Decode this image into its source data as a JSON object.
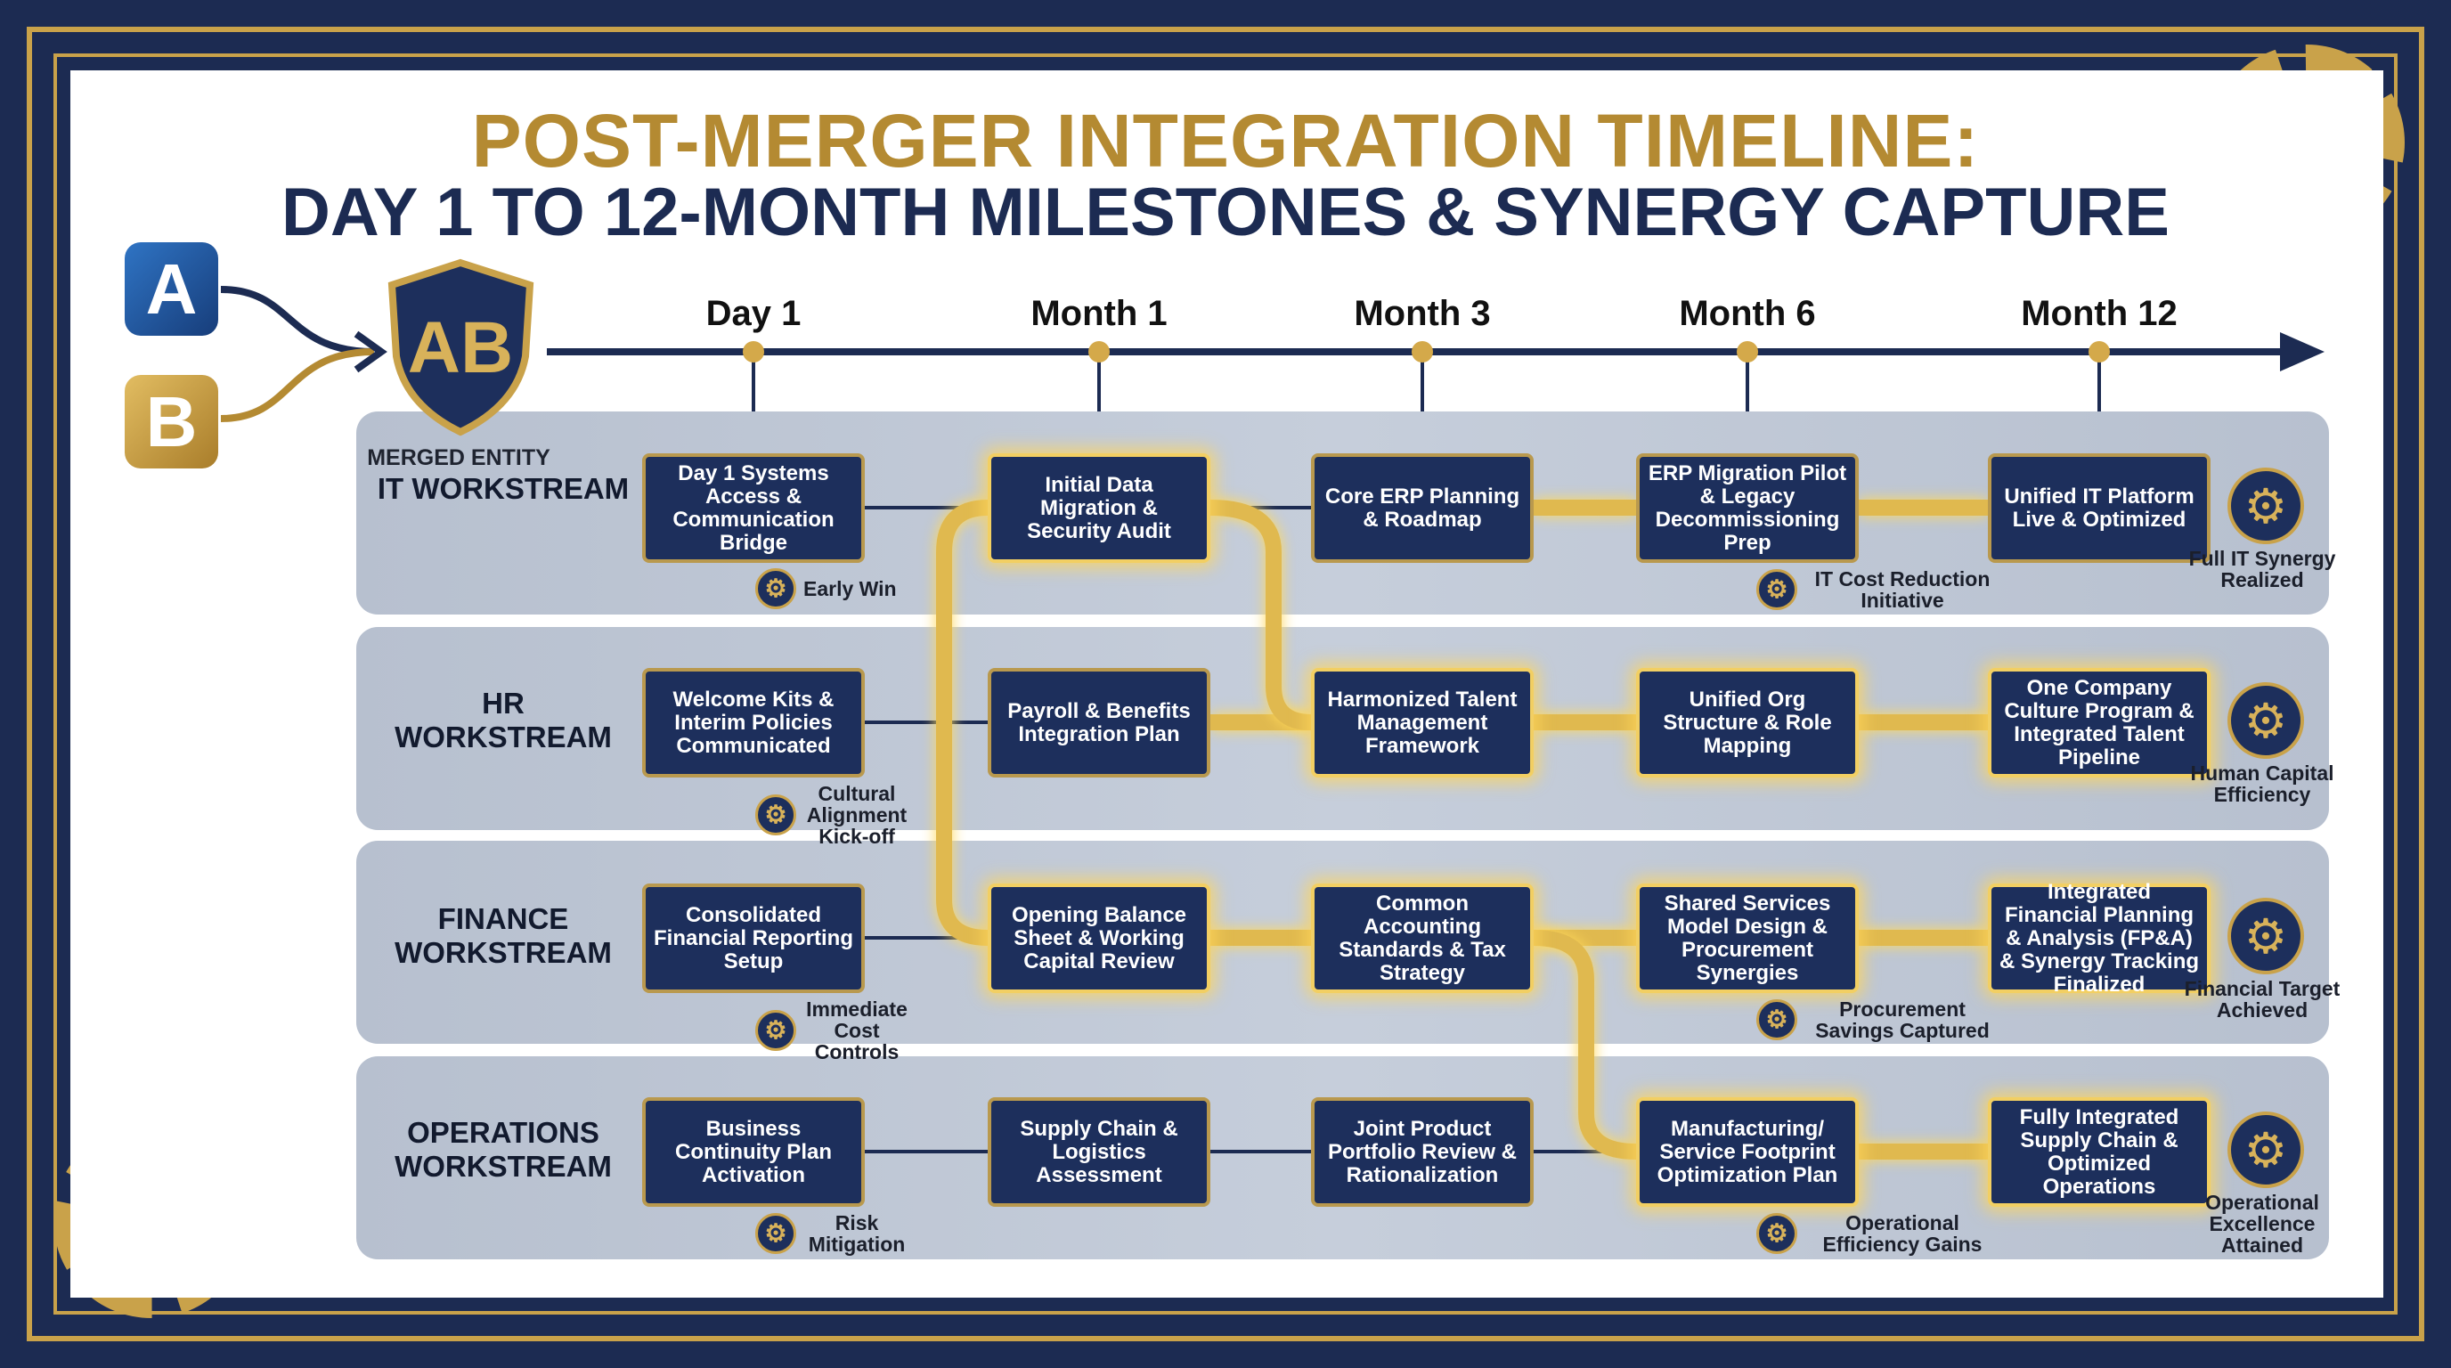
{
  "title": {
    "line1": "POST-MERGER INTEGRATION TIMELINE:",
    "line2": "DAY 1 TO 12-MONTH MILESTONES & SYNERGY CAPTURE"
  },
  "logos": {
    "a": "A",
    "b": "B",
    "merged": "AB",
    "merged_label": "MERGED ENTITY"
  },
  "colors": {
    "navy": "#1c2b52",
    "gold": "#c9a24a",
    "lane": "#bfc7d4",
    "glow": "#f2cf63"
  },
  "milestones": [
    "Day 1",
    "Month 1",
    "Month 3",
    "Month 6",
    "Month 12"
  ],
  "workstreams": [
    {
      "label": "IT WORKSTREAM",
      "cells": [
        "Day 1 Systems Access & Communication Bridge",
        "Initial Data Migration & Security Audit",
        "Core ERP Planning & Roadmap",
        "ERP Migration Pilot & Legacy Decommissioning Prep",
        "Unified IT Platform Live & Optimized"
      ],
      "ann_day1": "Early Win",
      "ann_month6": "IT Cost Reduction Initiative",
      "outcome": "Full IT Synergy Realized"
    },
    {
      "label": "HR WORKSTREAM",
      "cells": [
        "Welcome Kits & Interim Policies Communicated",
        "Payroll & Benefits Integration Plan",
        "Harmonized Talent Management Framework",
        "Unified Org Structure & Role Mapping",
        "One Company Culture Program & Integrated Talent Pipeline"
      ],
      "ann_day1": "Cultural Alignment Kick-off",
      "outcome": "Human Capital Efficiency"
    },
    {
      "label": "FINANCE WORKSTREAM",
      "cells": [
        "Consolidated Financial Reporting Setup",
        "Opening Balance Sheet & Working Capital Review",
        "Common Accounting Standards & Tax Strategy",
        "Shared Services Model Design & Procurement Synergies",
        "Integrated Financial Planning & Analysis (FP&A) & Synergy Tracking Finalized"
      ],
      "ann_day1": "Immediate Cost Controls",
      "ann_month6": "Procurement Savings Captured",
      "outcome": "Financial Target Achieved"
    },
    {
      "label": "OPERATIONS WORKSTREAM",
      "cells": [
        "Business Continuity Plan Activation",
        "Supply Chain & Logistics Assessment",
        "Joint Product Portfolio Review & Rationalization",
        "Manufacturing/ Service Footprint Optimization Plan",
        "Fully Integrated Supply Chain & Optimized Operations"
      ],
      "ann_day1": "Risk Mitigation",
      "ann_month6": "Operational Efficiency Gains",
      "outcome": "Operational Excellence Attained"
    }
  ],
  "icons": {
    "milestone": "gear-arrow-icon",
    "outcome": "gear-arrow-icon"
  }
}
